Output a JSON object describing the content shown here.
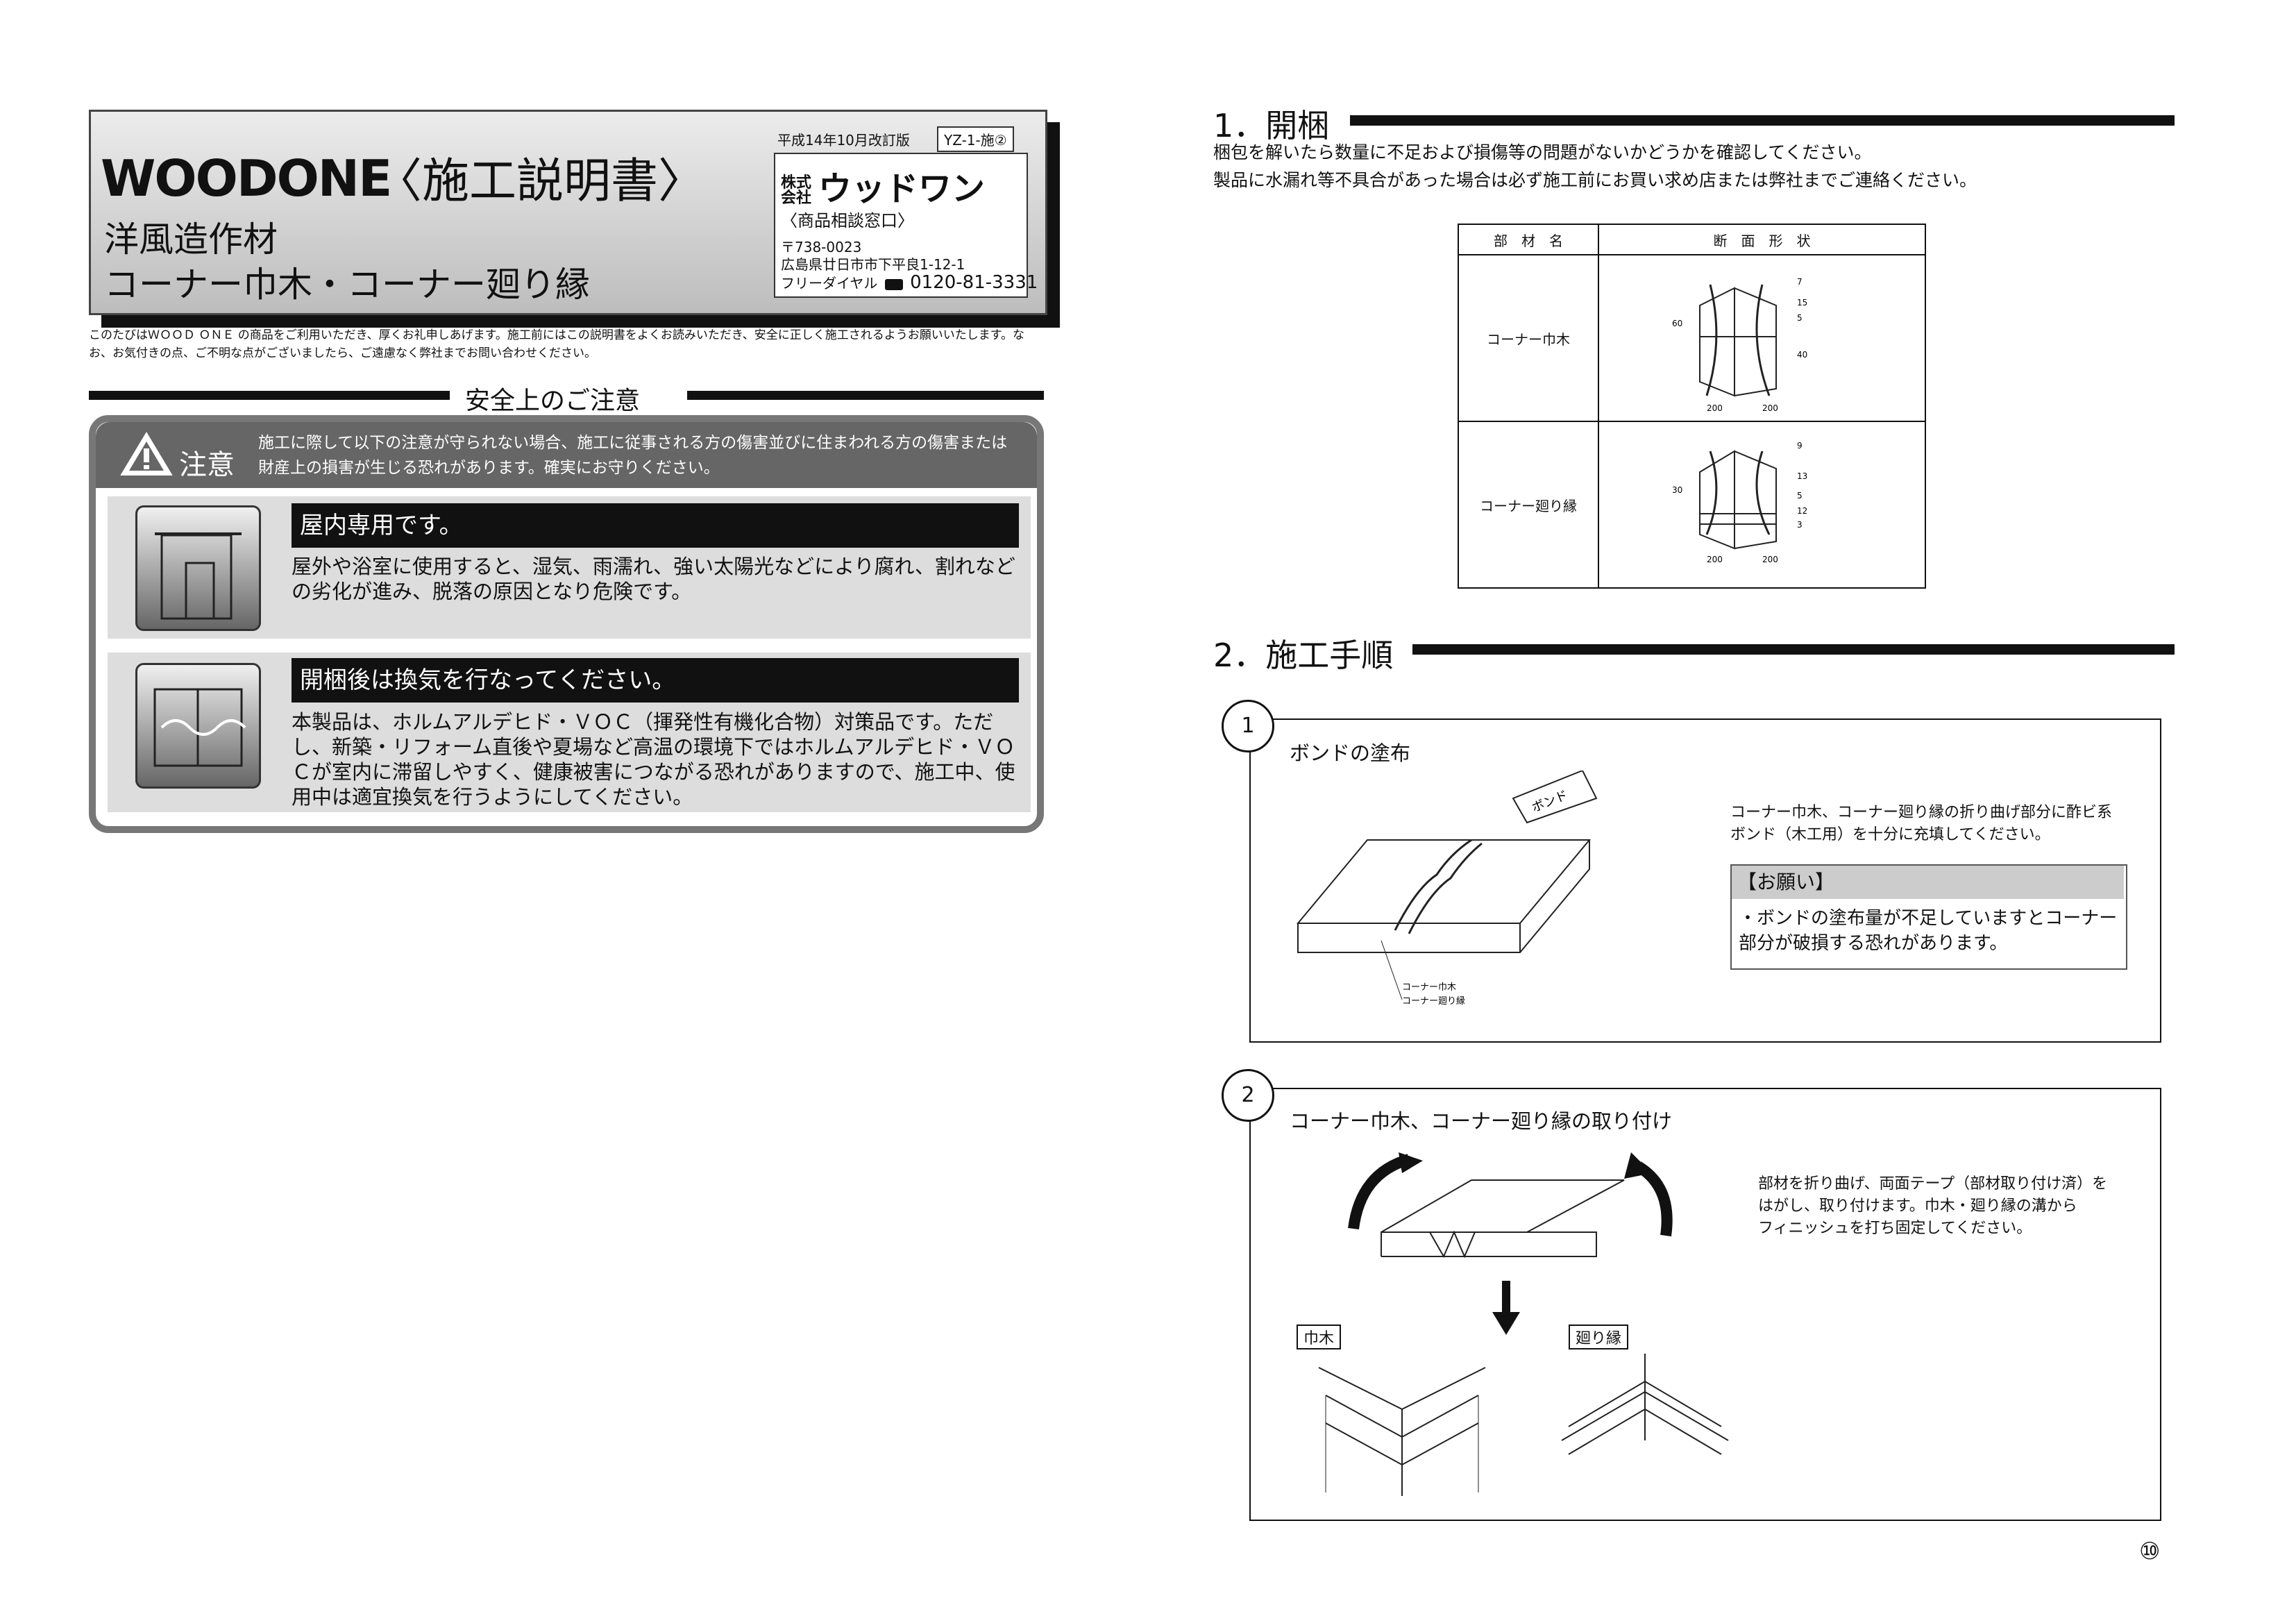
{
  "header": {
    "logo": "WOODONE",
    "doc_title": "〈施工説明書〉",
    "subtitle1": "洋風造作材",
    "subtitle2": "コーナー巾木・コーナー廻り縁",
    "revision": "平成14年10月改訂版",
    "doc_no": "YZ-1-施②",
    "company_prefix": "株式会社",
    "company_name": "ウッドワン",
    "consult": "〈商品相談窓口〉",
    "postal": "〒738-0023",
    "address": "広島県廿日市市下平良1-12-1",
    "freedial_label": "フリーダイヤル",
    "freedial_number": "0120-81-3331"
  },
  "intro": "このたびはＷＯＯＤ ＯＮＥ の商品をご利用いただき、厚くお礼申しあげます。施工前にはこの説明書をよくお読みいただき、安全に正しく施工されるようお願いいたします。なお、お気付きの点、ご不明な点がございましたら、ご遠慮なく弊社までお問い合わせください。",
  "safety": {
    "heading": "安全上のご注意",
    "caution_label": "注意",
    "caution_text": "施工に際して以下の注意が守られない場合、施工に従事される方の傷害並びに住まわれる方の傷害または財産上の損害が生じる恐れがあります。確実にお守りください。",
    "items": [
      {
        "title": "屋内専用です。",
        "text": "屋外や浴室に使用すると、湿気、雨濡れ、強い太陽光などにより腐れ、割れなどの劣化が進み、脱落の原因となり危険です。"
      },
      {
        "title": "開梱後は換気を行なってください。",
        "text": "本製品は、ホルムアルデヒド・ＶＯＣ（揮発性有機化合物）対策品です。ただし、新築・リフォーム直後や夏場など高温の環境下ではホルムアルデヒド・ＶＯＣが室内に滞留しやすく、健康被害につながる恐れがありますので、施工中、使用中は適宜換気を行うようにしてください。"
      }
    ]
  },
  "section1": {
    "heading": "1．開梱",
    "text1": "梱包を解いたら数量に不足および損傷等の問題がないかどうかを確認してください。",
    "text2": "製品に水漏れ等不具合があった場合は必ず施工前にお買い求め店または弊社までご連絡ください。",
    "table_headers": [
      "部　材　名",
      "断　面　形　状"
    ],
    "parts": [
      {
        "name": "コーナー巾木",
        "dims": [
          "60",
          "7",
          "15",
          "5",
          "40",
          "200",
          "200"
        ]
      },
      {
        "name": "コーナー廻り縁",
        "dims": [
          "30",
          "9",
          "13",
          "5",
          "12",
          "3",
          "200",
          "200"
        ]
      }
    ]
  },
  "section2": {
    "heading": "2．施工手順",
    "step1": {
      "num": "1",
      "title": "ボンドの塗布",
      "desc1": "コーナー巾木、コーナー廻り縁の折り曲げ部分に酢ビ系",
      "desc2": "ボンド（木工用）を十分に充填してください。",
      "request_head": "【お願い】",
      "request_text": "・ボンドの塗布量が不足していますとコーナー部分が破損する恐れがあります。",
      "bond_label": "ボンド",
      "label1": "コーナー巾木",
      "label2": "コーナー廻り縁"
    },
    "step2": {
      "num": "2",
      "title": "コーナー巾木、コーナー廻り縁の取り付け",
      "desc1": "部材を折り曲げ、両面テープ（部材取り付け済）を",
      "desc2": "はがし、取り付けます。巾木・廻り縁の溝から",
      "desc3": "フィニッシュを打ち固定してください。",
      "tag1": "巾木",
      "tag2": "廻り縁"
    }
  },
  "page_number": "⑩"
}
